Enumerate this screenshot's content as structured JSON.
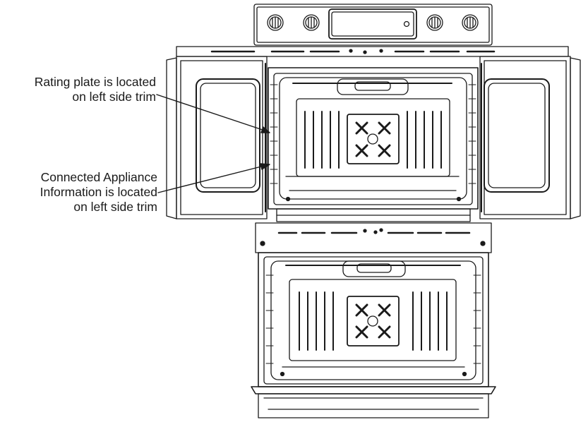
{
  "callouts": {
    "rating_plate": {
      "line1": "Rating plate is located",
      "line2": "on left side trim"
    },
    "connected_appliance": {
      "line1": "Connected Appliance",
      "line2": "Information is located",
      "line3": "on left side trim"
    }
  },
  "colors": {
    "ink": "#1a1a1a",
    "background": "#ffffff"
  }
}
